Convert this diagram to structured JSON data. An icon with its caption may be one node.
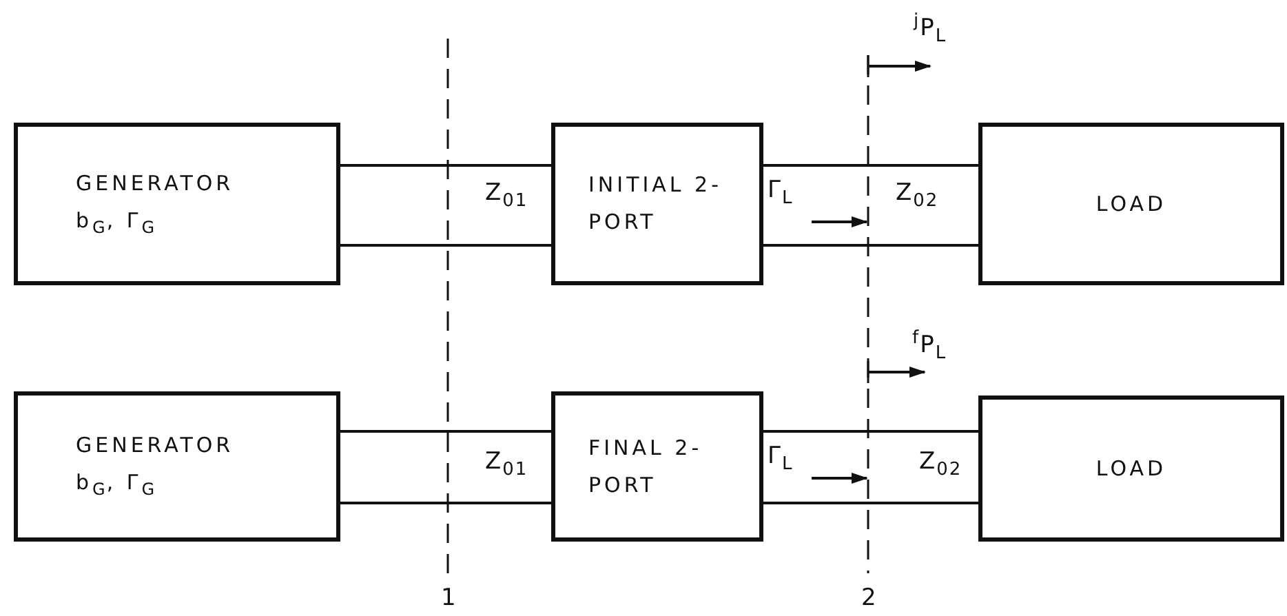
{
  "diagram": {
    "nodes": [
      {
        "text": [
          "GENERATOR",
          "b$_{G}$, Γ$_{G}$"
        ]
      },
      {
        "text": [
          "INITIAL 2-PORT"
        ]
      },
      {
        "text": [
          "LOAD"
        ]
      },
      {
        "text": [
          "GENERATOR",
          "b$_{G}$, Γ$_{G}$"
        ]
      },
      {
        "text": [
          "FINAL 2-PORT"
        ]
      },
      {
        "text": [
          "LOAD"
        ]
      }
    ],
    "edges": [
      {
        "from": 0,
        "to": 1,
        "arrow": "none"
      },
      {
        "from": 0,
        "to": 1,
        "arrow": "none"
      },
      {
        "from": 1,
        "to": 2,
        "arrow": "none"
      },
      {
        "from": 1,
        "to": 2,
        "arrow": "none"
      },
      {
        "from": 3,
        "to": 4,
        "arrow": "none"
      },
      {
        "from": 3,
        "to": 4,
        "arrow": "none"
      },
      {
        "from": 4,
        "to": 5,
        "arrow": "none"
      },
      {
        "from": 4,
        "to": 5,
        "arrow": "none"
      }
    ],
    "labels": [
      "$^{j}$P$_{L}$",
      "Z$_{01}$",
      "Γ$_{L}$",
      "Z$_{02}$",
      "$^{f}$P$_{L}$",
      "Z$_{01}$",
      "Γ$_{L}$",
      "Z$_{02}$",
      "1",
      "2"
    ]
  }
}
